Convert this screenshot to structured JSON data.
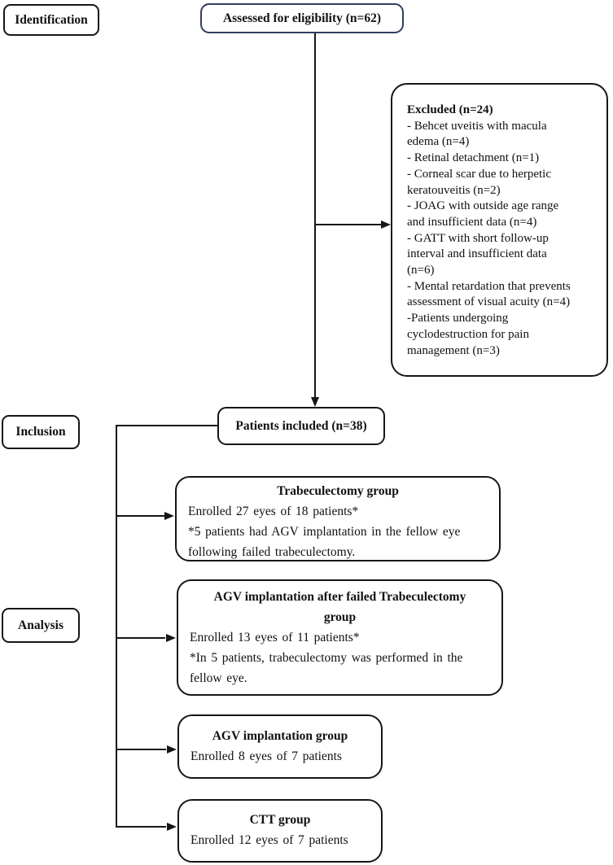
{
  "palette": {
    "line_color": "#161616",
    "assessed_border_color": "#333e61",
    "background": "#ffffff"
  },
  "stage_labels": {
    "identification": "Identification",
    "inclusion": "Inclusion",
    "analysis": "Analysis"
  },
  "flow": {
    "assessed": {
      "title": "Assessed for eligibility (n=62)"
    },
    "excluded": {
      "title": "Excluded (n=24)",
      "body": "- Behcet uveitis with macula\nedema (n=4)\n- Retinal detachment (n=1)\n- Corneal scar due to herpetic\nkeratouveitis (n=2)\n- JOAG with outside age range\nand insufficient data (n=4)\n- GATT with short follow-up\ninterval and insufficient data\n(n=6)\n- Mental retardation that prevents\nassessment of visual acuity (n=4)\n-Patients undergoing\ncyclodestruction for pain\nmanagement (n=3)"
    },
    "included": {
      "title": "Patients included (n=38)"
    },
    "groups": [
      {
        "title": "Trabeculectomy group",
        "body": "Enrolled 27 eyes of 18 patients*\n*5 patients had AGV implantation in the fellow eye\nfollowing failed trabeculectomy."
      },
      {
        "title": "AGV implantation after failed Trabeculectomy\ngroup",
        "body": "Enrolled 13 eyes of 11 patients*\n*In 5 patients, trabeculectomy was performed in the\nfellow eye."
      },
      {
        "title": "AGV implantation group",
        "body": "Enrolled 8 eyes of 7 patients"
      },
      {
        "title": "CTT group",
        "body": "Enrolled 12 eyes of 7 patients"
      }
    ]
  }
}
